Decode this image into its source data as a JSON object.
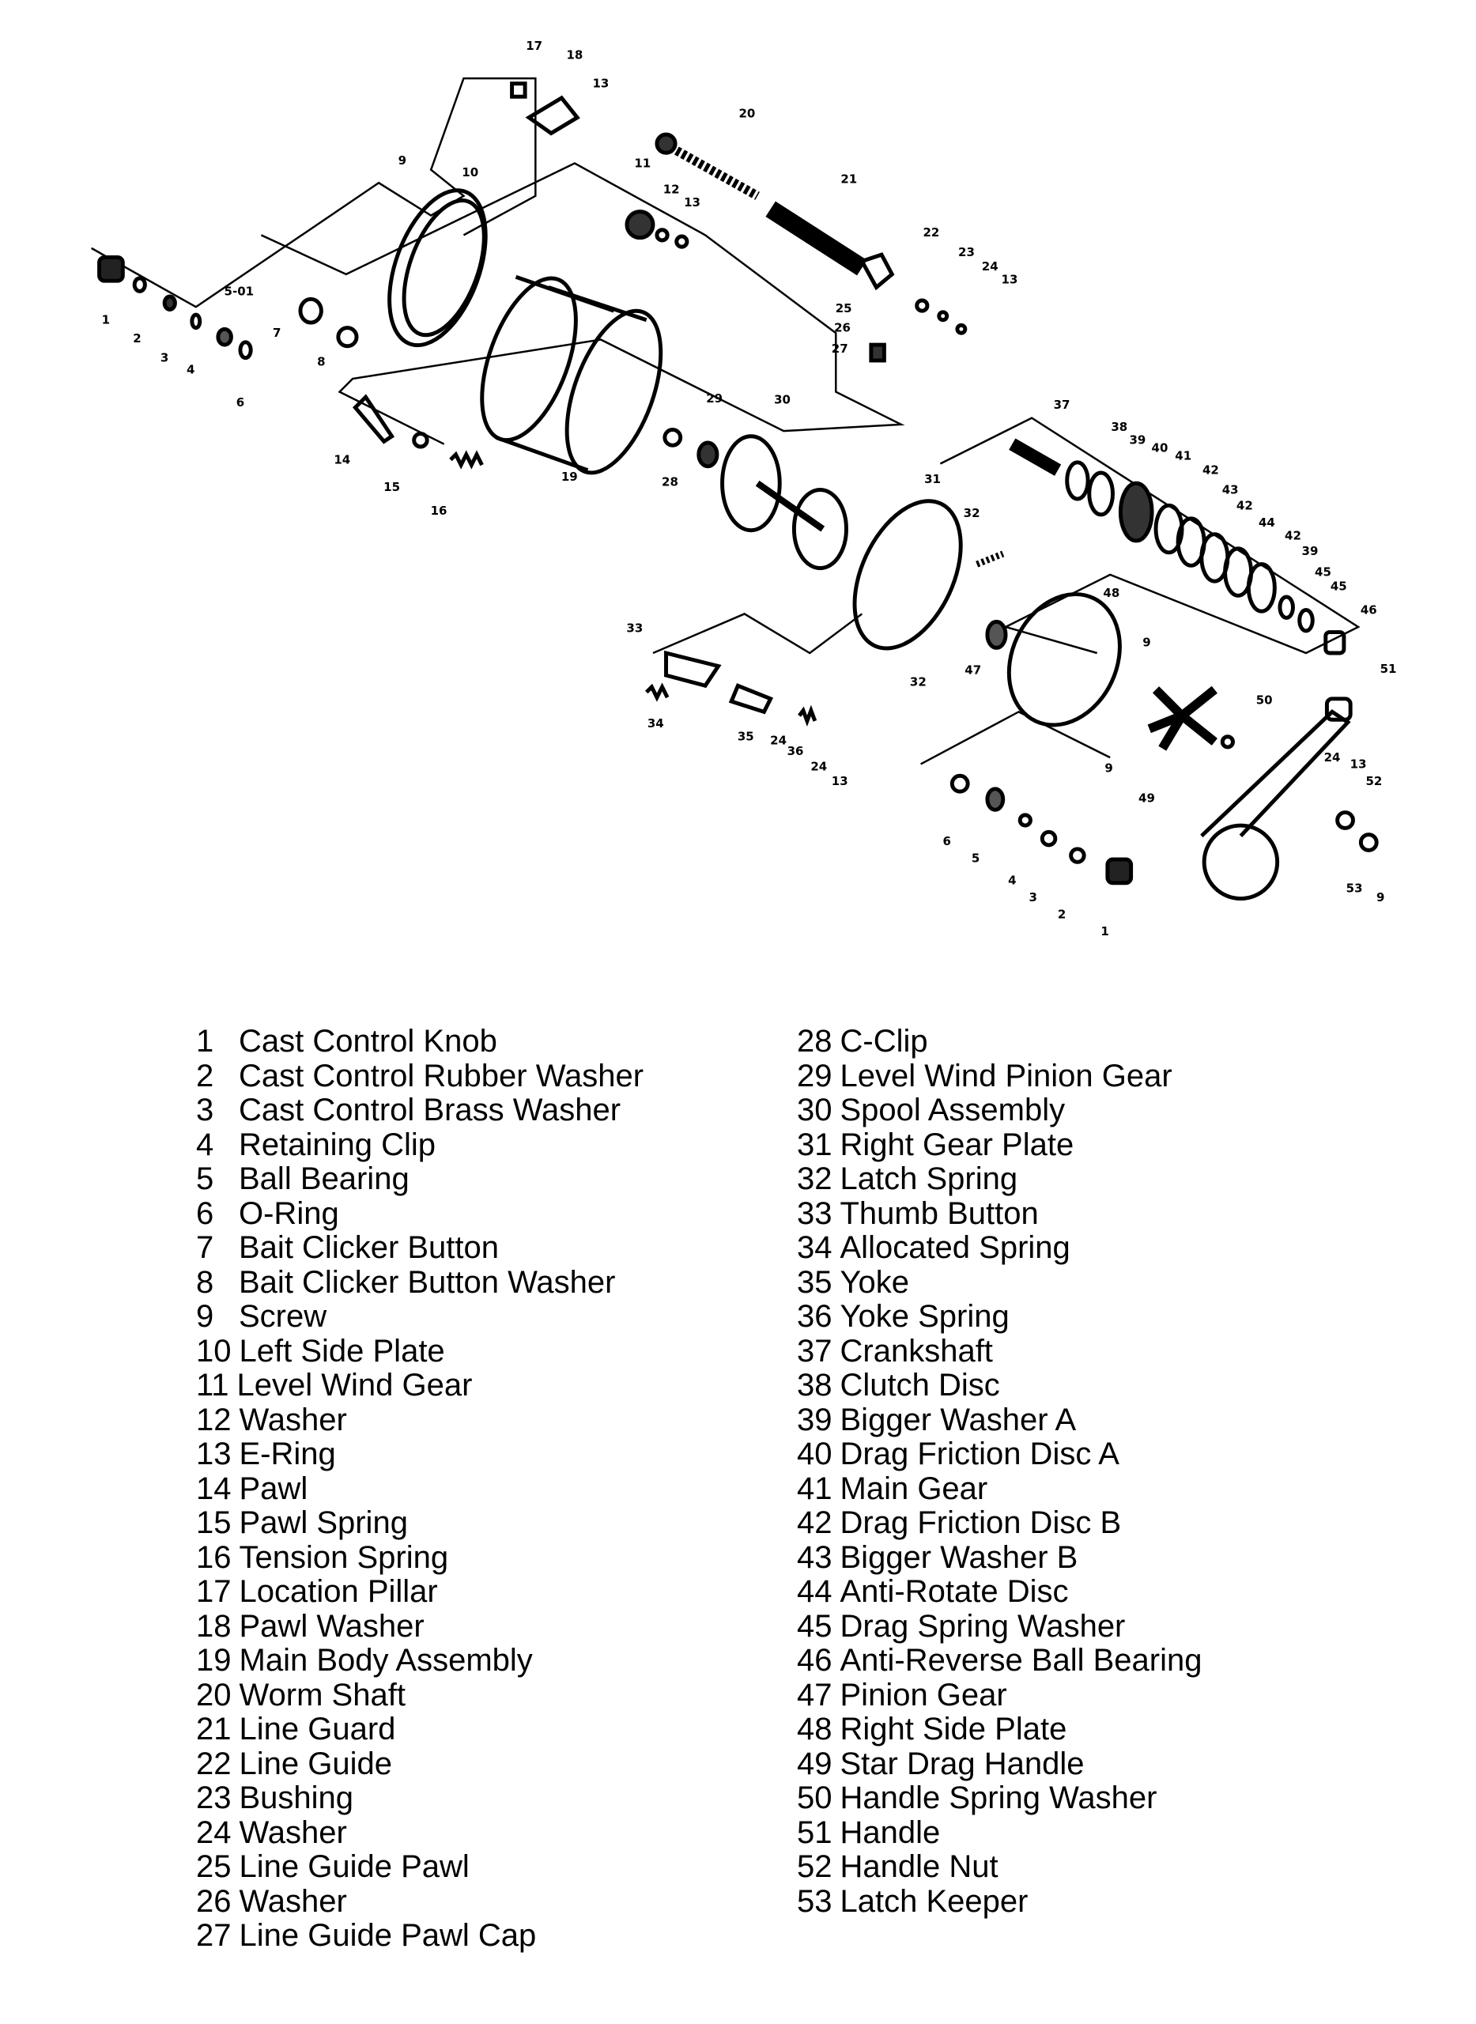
{
  "callouts": [
    "17",
    "18",
    "13",
    "20",
    "9",
    "10",
    "11",
    "12",
    "13",
    "21",
    "22",
    "23",
    "24",
    "13",
    "5-01",
    "7",
    "1",
    "2",
    "3",
    "4",
    "6",
    "8",
    "25",
    "26",
    "27",
    "29",
    "30",
    "28",
    "14",
    "15",
    "16",
    "19",
    "37",
    "38",
    "39",
    "40",
    "41",
    "42",
    "43",
    "42",
    "44",
    "42",
    "39",
    "45",
    "45",
    "46",
    "31",
    "32",
    "48",
    "9",
    "33",
    "32",
    "47",
    "51",
    "50",
    "34",
    "35",
    "24",
    "36",
    "24",
    "13",
    "9",
    "49",
    "24",
    "13",
    "52",
    "6",
    "5",
    "4",
    "3",
    "2",
    "1",
    "53",
    "9"
  ],
  "parts_left": [
    {
      "num": "1",
      "name": "Cast Control Knob"
    },
    {
      "num": "2",
      "name": "Cast Control Rubber Washer"
    },
    {
      "num": "3",
      "name": "Cast Control Brass Washer"
    },
    {
      "num": "4",
      "name": "Retaining Clip"
    },
    {
      "num": "5",
      "name": "Ball Bearing"
    },
    {
      "num": "6",
      "name": "O-Ring"
    },
    {
      "num": "7",
      "name": "Bait Clicker Button"
    },
    {
      "num": "8",
      "name": "Bait Clicker Button Washer"
    },
    {
      "num": "9",
      "name": "Screw"
    },
    {
      "num": "10",
      "name": "Left Side Plate"
    },
    {
      "num": "11",
      "name": "Level Wind Gear"
    },
    {
      "num": "12",
      "name": "Washer"
    },
    {
      "num": "13",
      "name": "E-Ring"
    },
    {
      "num": "14",
      "name": "Pawl"
    },
    {
      "num": "15",
      "name": "Pawl Spring"
    },
    {
      "num": "16",
      "name": "Tension Spring"
    },
    {
      "num": "17",
      "name": "Location Pillar"
    },
    {
      "num": "18",
      "name": "Pawl Washer"
    },
    {
      "num": "19",
      "name": "Main Body Assembly"
    },
    {
      "num": "20",
      "name": "Worm Shaft"
    },
    {
      "num": "21",
      "name": "Line Guard"
    },
    {
      "num": "22",
      "name": "Line Guide"
    },
    {
      "num": "23",
      "name": "Bushing"
    },
    {
      "num": "24",
      "name": "Washer"
    },
    {
      "num": "25",
      "name": "Line Guide Pawl"
    },
    {
      "num": "26",
      "name": "Washer"
    },
    {
      "num": "27",
      "name": "Line Guide Pawl Cap"
    }
  ],
  "parts_right": [
    {
      "num": "28",
      "name": "C-Clip"
    },
    {
      "num": "29",
      "name": "Level Wind Pinion Gear"
    },
    {
      "num": "30",
      "name": "Spool Assembly"
    },
    {
      "num": "31",
      "name": "Right Gear Plate"
    },
    {
      "num": "32",
      "name": "Latch Spring"
    },
    {
      "num": "33",
      "name": "Thumb Button"
    },
    {
      "num": "34",
      "name": "Allocated Spring"
    },
    {
      "num": "35",
      "name": "Yoke"
    },
    {
      "num": "36",
      "name": "Yoke Spring"
    },
    {
      "num": "37",
      "name": "Crankshaft"
    },
    {
      "num": "38",
      "name": "Clutch Disc"
    },
    {
      "num": "39",
      "name": "Bigger Washer A"
    },
    {
      "num": "40",
      "name": "Drag Friction Disc A"
    },
    {
      "num": "41",
      "name": "Main Gear"
    },
    {
      "num": "42",
      "name": "Drag Friction Disc B"
    },
    {
      "num": "43",
      "name": "Bigger Washer B"
    },
    {
      "num": "44",
      "name": "Anti-Rotate Disc"
    },
    {
      "num": "45",
      "name": "Drag Spring Washer"
    },
    {
      "num": "46",
      "name": "Anti-Reverse Ball Bearing"
    },
    {
      "num": "47",
      "name": "Pinion Gear"
    },
    {
      "num": "48",
      "name": "Right Side Plate"
    },
    {
      "num": "49",
      "name": "Star Drag Handle"
    },
    {
      "num": "50",
      "name": "Handle Spring Washer"
    },
    {
      "num": "51",
      "name": "Handle"
    },
    {
      "num": "52",
      "name": "Handle Nut"
    },
    {
      "num": "53",
      "name": "Latch Keeper"
    }
  ]
}
